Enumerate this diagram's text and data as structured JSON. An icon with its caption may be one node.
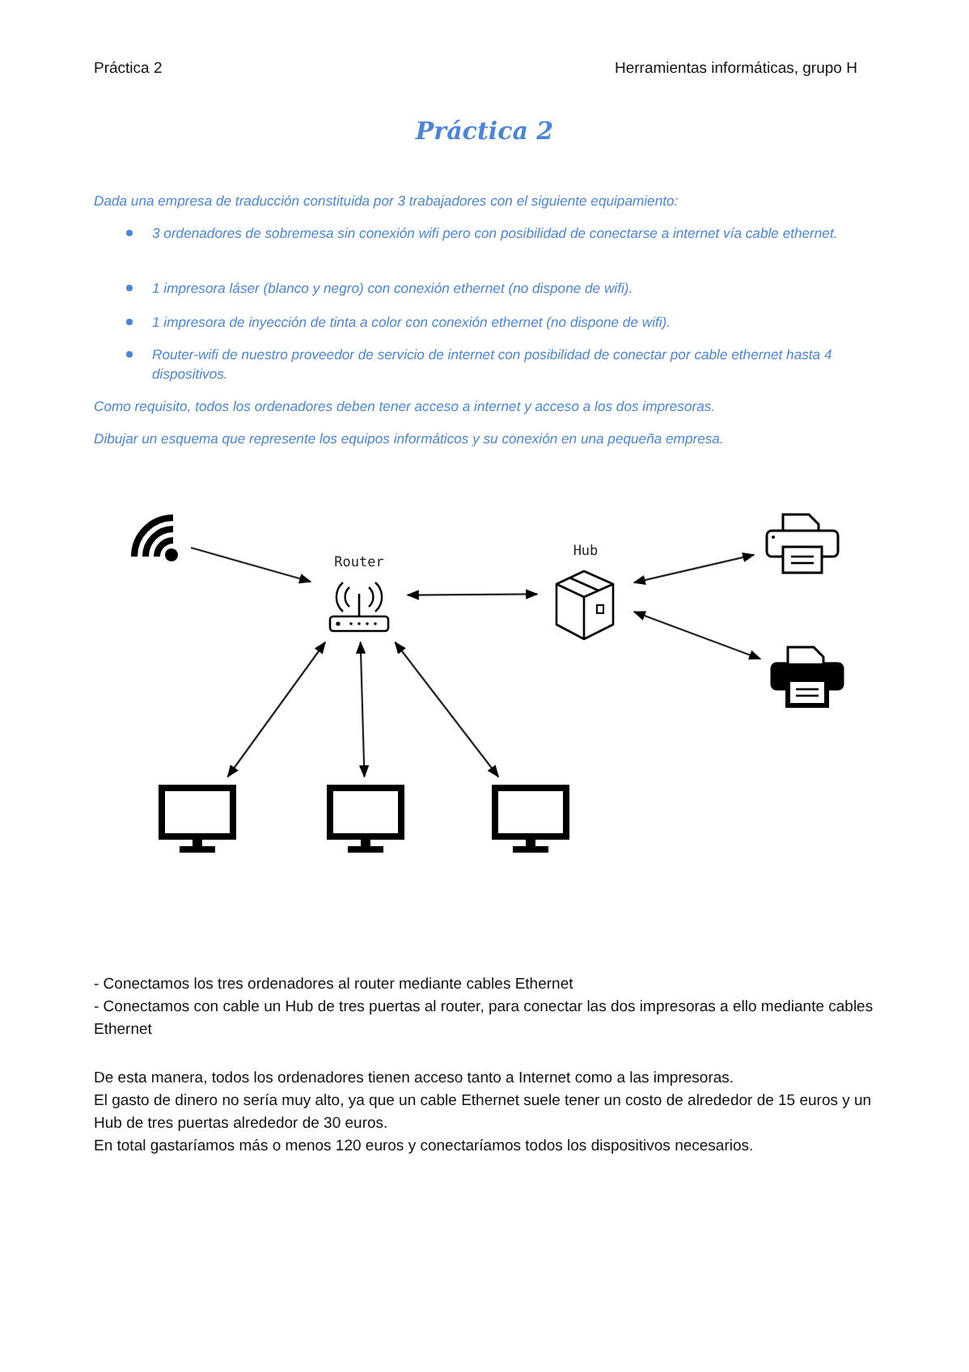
{
  "diagram": {
    "title": "Práctica 2",
    "nodes": [
      {
        "text": [],
        "shape": "wifi"
      },
      {
        "text": [
          "Router"
        ]
      },
      {
        "text": [
          "Hub"
        ]
      },
      {
        "text": [],
        "shape": "printer"
      },
      {
        "text": [],
        "shape": "printer"
      },
      {
        "text": [],
        "shape": "monitor"
      },
      {
        "text": [],
        "shape": "monitor"
      },
      {
        "text": [],
        "shape": "monitor"
      }
    ],
    "edges": [
      {
        "from": 0,
        "to": 1,
        "arrow": "to"
      },
      {
        "from": 1,
        "to": 2,
        "arrow": "both"
      },
      {
        "from": 2,
        "to": 3,
        "arrow": "both"
      },
      {
        "from": 2,
        "to": 4,
        "arrow": "both"
      },
      {
        "from": 1,
        "to": 5,
        "arrow": "both"
      },
      {
        "from": 1,
        "to": 6,
        "arrow": "both"
      },
      {
        "from": 1,
        "to": 7,
        "arrow": "both"
      }
    ],
    "labels": [
      "Práctica 2",
      "Herramientas informáticas, grupo H",
      "Dada una empresa de traducción constituida por 3 trabajadores con el siguiente equipamiento:",
      "3 ordenadores de sobremesa sin conexión wifi pero con posibilidad de conectarse a internet vía cable ethernet.",
      "1 impresora láser (blanco y negro) con conexión ethernet (no dispone de wifi).",
      "1 impresora de inyección de tinta a color con conexión ethernet (no dispone de wifi).",
      "Router-wifi de nuestro proveedor de servicio de internet con posibilidad de conectar por cable ethernet hasta 4 dispositivos.",
      "Como requisito, todos los ordenadores deben tener acceso a internet y acceso a los dos impresoras.",
      "Dibujar un esquema que represente los equipos informáticos y su conexión en una pequeña empresa.",
      "- Conectamos los tres ordenadores al router mediante cables Ethernet",
      "- Conectamos con cable un Hub de tres puertas al router, para conectar las dos impresoras a ello mediante cables Ethernet",
      "De esta manera, todos los ordenadores tienen acceso tanto a Internet como a las impresoras.",
      "El gasto de dinero no sería muy alto, ya que un cable Ethernet suele tener un costo de alrededor de 15 euros y un Hub de tres puertas alrededor de 30 euros.",
      "En total gastaríamos más o menos 120 euros y conectaríamos todos los dispositivos necesarios."
    ]
  }
}
